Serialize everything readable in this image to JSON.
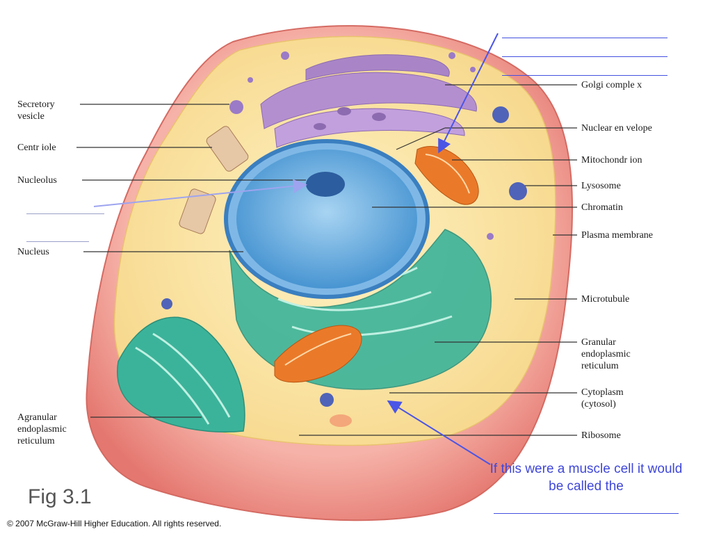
{
  "labels": {
    "golgi": "Golgi comple x",
    "nuclear_envelope": "Nuclear en velope",
    "mitochondrion": "Mitochondr ion",
    "lysosome": "Lysosome",
    "chromatin": "Chromatin",
    "plasma_membrane": "Plasma membrane",
    "microtubule": "Microtubule",
    "granular_er": "Granular\nendoplasmic\nreticulum",
    "cytoplasm": "Cytoplasm\n(cytosol)",
    "ribosome": "Ribosome",
    "secretory_vesicle": "Secretory\nvesicle",
    "centriole": "Centr iole",
    "nucleolus": "Nucleolus",
    "nucleus": "Nucleus",
    "agranular_er": "Agranular\nendoplasmic\nreticulum"
  },
  "note": {
    "text": "If this were a muscle cell it would be called the"
  },
  "figure_label": "Fig 3.1",
  "copyright": "© 2007 McGraw-Hill Higher Education. All rights reserved.",
  "colors": {
    "membrane": "#e9877f",
    "cytoplasm": "#fbe6a3",
    "nucleus": "#5aa6dc",
    "golgi": "#b48fd0",
    "er": "#3bb39a",
    "mitochondrion": "#ea7a2a",
    "arrow": "#4b55e6"
  }
}
